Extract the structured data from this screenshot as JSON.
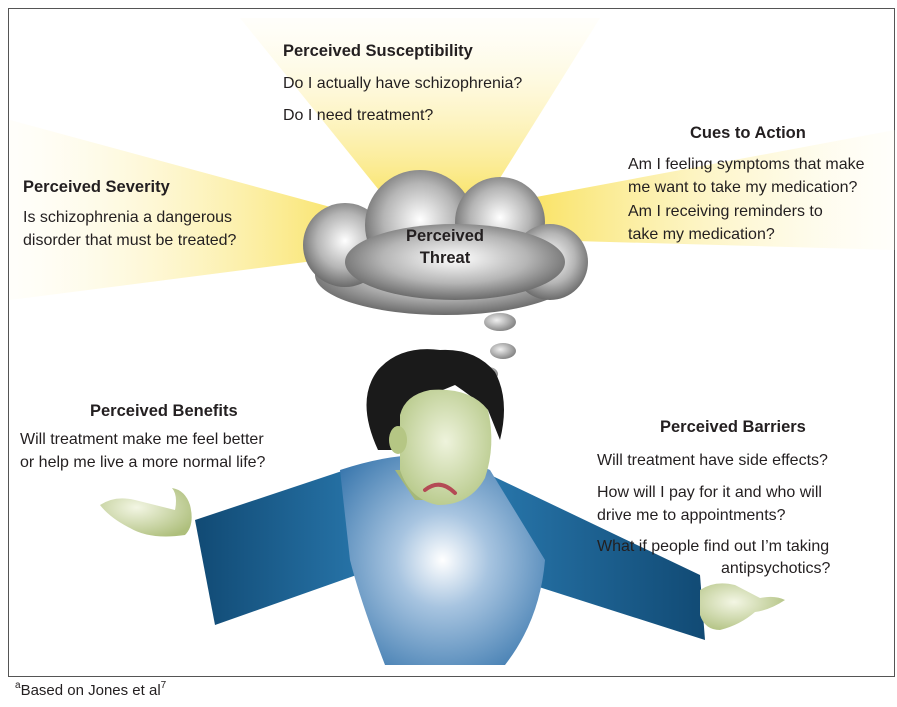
{
  "threat": {
    "line1": "Perceived",
    "line2": "Threat"
  },
  "susceptibility": {
    "title": "Perceived Susceptibility",
    "q1": "Do I actually have schizophrenia?",
    "q2": "Do I need treatment?"
  },
  "severity": {
    "title": "Perceived Severity",
    "line1": "Is schizophrenia a dangerous",
    "line2": "disorder that must be treated?"
  },
  "cues": {
    "title": "Cues to Action",
    "l1": "Am I feeling symptoms that make",
    "l2": "me want to take my medication?",
    "l3": "Am I receiving reminders to",
    "l4": "take my medication?"
  },
  "benefits": {
    "title": "Perceived Benefits",
    "line1": "Will treatment make me feel better",
    "line2": "or help me live a more normal life?"
  },
  "barriers": {
    "title": "Perceived Barriers",
    "l1": "Will treatment have side effects?",
    "l2": "How will I pay for it and who will",
    "l3": "drive me to appointments?",
    "l4": "What if people find out I’m taking",
    "l5": "antipsychotics?"
  },
  "footnote": {
    "sup_a": "a",
    "text": "Based on Jones et al",
    "sup_ref": "7"
  },
  "colors": {
    "ray": "#fbe77a",
    "cloud": "#8a8a8a",
    "shirt": "#1f6a98",
    "skin": "#c9d79a",
    "hair": "#1a1a1a"
  }
}
